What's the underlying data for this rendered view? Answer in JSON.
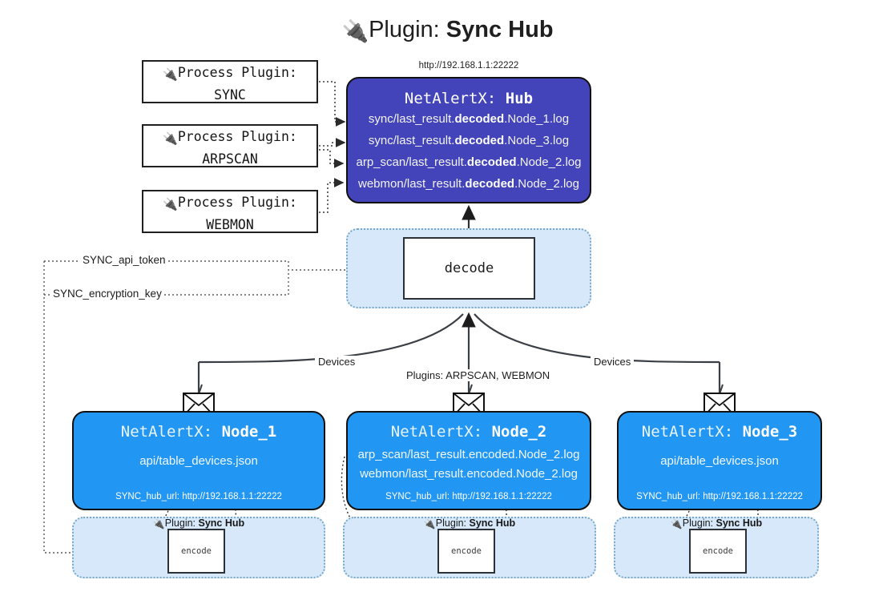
{
  "title": {
    "icon": "plug-icon",
    "prefix": "Plugin: ",
    "name": "Sync Hub"
  },
  "process_plugins": [
    {
      "line1": "Process Plugin:",
      "line2": "SYNC",
      "icon": "plug-icon"
    },
    {
      "line1": "Process Plugin:",
      "line2": "ARPSCAN",
      "icon": "plug-icon"
    },
    {
      "line1": "Process Plugin:",
      "line2": "WEBMON",
      "icon": "plug-icon"
    }
  ],
  "hub": {
    "url": "http://192.168.1.1:22222",
    "title_prefix": "NetAlertX: ",
    "title_name": "Hub",
    "color": "#4344b9",
    "logs": [
      {
        "pre": "sync/last_result.",
        "mid": "decoded",
        "post": ".Node_1.log"
      },
      {
        "pre": "sync/last_result.",
        "mid": "decoded",
        "post": ".Node_3.log"
      },
      {
        "pre": "arp_scan/last_result.",
        "mid": "decoded",
        "post": ".Node_2.log"
      },
      {
        "pre": "webmon/last_result.",
        "mid": "decoded",
        "post": ".Node_2.log"
      }
    ]
  },
  "decode": {
    "label": "decode",
    "zone_color": "#d6e8fa"
  },
  "secrets": [
    {
      "label": "SYNC_api_token"
    },
    {
      "label": "SYNC_encryption_key"
    }
  ],
  "edge_labels": {
    "left_devices": "Devices",
    "center_plugins": "Plugins: ARPSCAN, WEBMON",
    "right_devices": "Devices"
  },
  "nodes": [
    {
      "title_prefix": "NetAlertX: ",
      "title_name": "Node_1",
      "color": "#2196f3",
      "lines": [
        "api/table_devices.json"
      ],
      "hub_url": "SYNC_hub_url: http://192.168.1.1:22222"
    },
    {
      "title_prefix": "NetAlertX: ",
      "title_name": "Node_2",
      "color": "#2196f3",
      "lines": [
        "arp_scan/last_result.encoded.Node_2.log",
        "webmon/last_result.encoded.Node_2.log"
      ],
      "hub_url": "SYNC_hub_url: http://192.168.1.1:22222"
    },
    {
      "title_prefix": "NetAlertX: ",
      "title_name": "Node_3",
      "color": "#2196f3",
      "lines": [
        "api/table_devices.json"
      ],
      "hub_url": "SYNC_hub_url: http://192.168.1.1:22222"
    }
  ],
  "encode_zones": [
    {
      "plugin_prefix": "Plugin: ",
      "plugin_name": "Sync Hub",
      "box_label": "encode",
      "icon": "plug-icon"
    },
    {
      "plugin_prefix": "Plugin: ",
      "plugin_name": "Sync Hub",
      "box_label": "encode",
      "icon": "plug-icon"
    },
    {
      "plugin_prefix": "Plugin: ",
      "plugin_name": "Sync Hub",
      "box_label": "encode",
      "icon": "plug-icon"
    }
  ]
}
